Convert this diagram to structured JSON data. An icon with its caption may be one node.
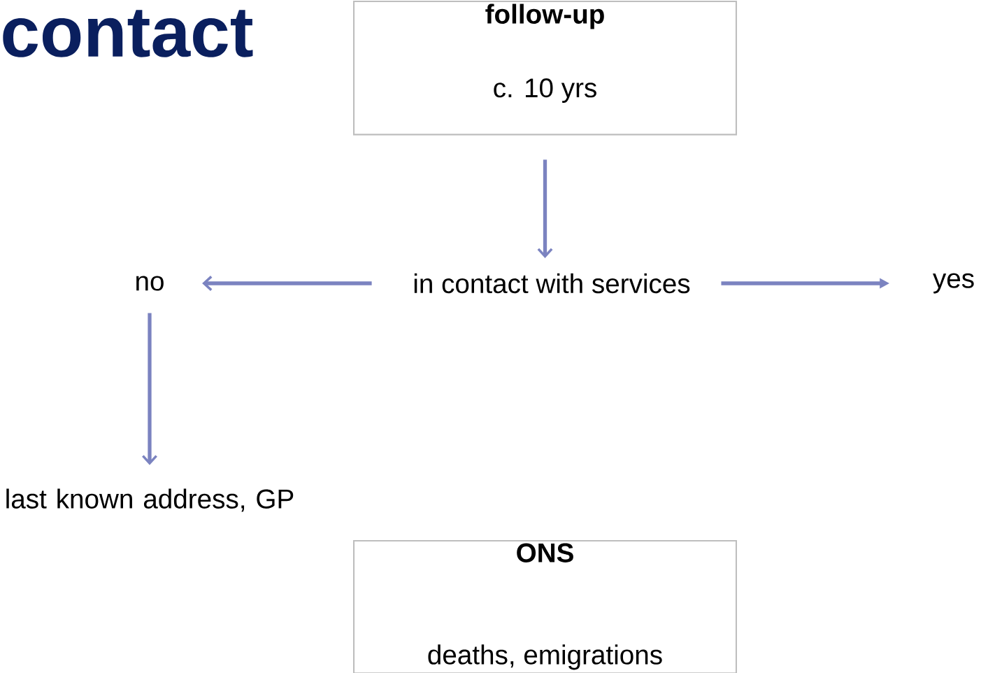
{
  "diagram": {
    "title": "contact",
    "nodes": [
      {
        "text": [
          "follow-up",
          "c. 10 yrs"
        ]
      },
      {
        "text": [
          "in contact with services"
        ]
      },
      {
        "text": [
          "no"
        ]
      },
      {
        "text": [
          "yes"
        ]
      },
      {
        "text": [
          "last known address, GP"
        ]
      },
      {
        "text": [
          "ONS",
          "deaths, emigrations"
        ]
      }
    ],
    "edges": [
      {
        "from": 0,
        "to": 1,
        "arrow": "to"
      },
      {
        "from": 1,
        "to": 2,
        "arrow": "to"
      },
      {
        "from": 1,
        "to": 3,
        "arrow": "to"
      },
      {
        "from": 2,
        "to": 4,
        "arrow": "to"
      }
    ]
  }
}
